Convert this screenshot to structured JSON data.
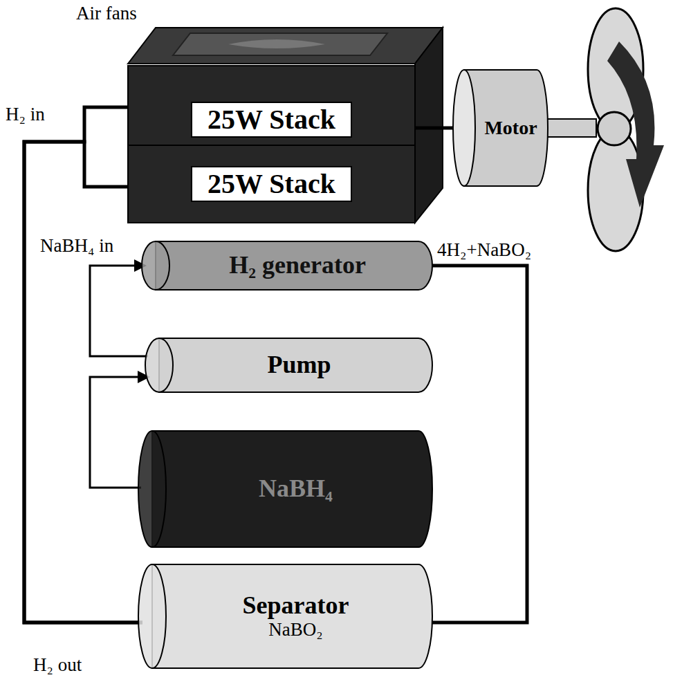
{
  "diagram": {
    "nodes": [
      {
        "text": [
          "25W Stack"
        ]
      },
      {
        "text": [
          "25W Stack"
        ]
      },
      {
        "text": [
          "Motor"
        ]
      },
      {
        "text": [
          "H₂ generator"
        ]
      },
      {
        "text": [
          "Pump"
        ]
      },
      {
        "text": [
          "NaBH₄"
        ]
      },
      {
        "text": [
          "Separator",
          "NaBO₂"
        ]
      }
    ],
    "edges": [
      {
        "from": 0,
        "to": 2,
        "arrow": "none"
      },
      {
        "from": 5,
        "to": 4,
        "arrow": "to"
      },
      {
        "from": 4,
        "to": 3,
        "arrow": "to"
      },
      {
        "from": 3,
        "to": 6,
        "arrow": "none"
      },
      {
        "from": 6,
        "to": 0,
        "arrow": "none"
      },
      {
        "from": 6,
        "to": 1,
        "arrow": "none"
      }
    ],
    "labels": [
      "Air fans",
      "H₂ in",
      "NaBH₄ in",
      "4H₂+NaBO₂",
      "H₂ out"
    ]
  }
}
